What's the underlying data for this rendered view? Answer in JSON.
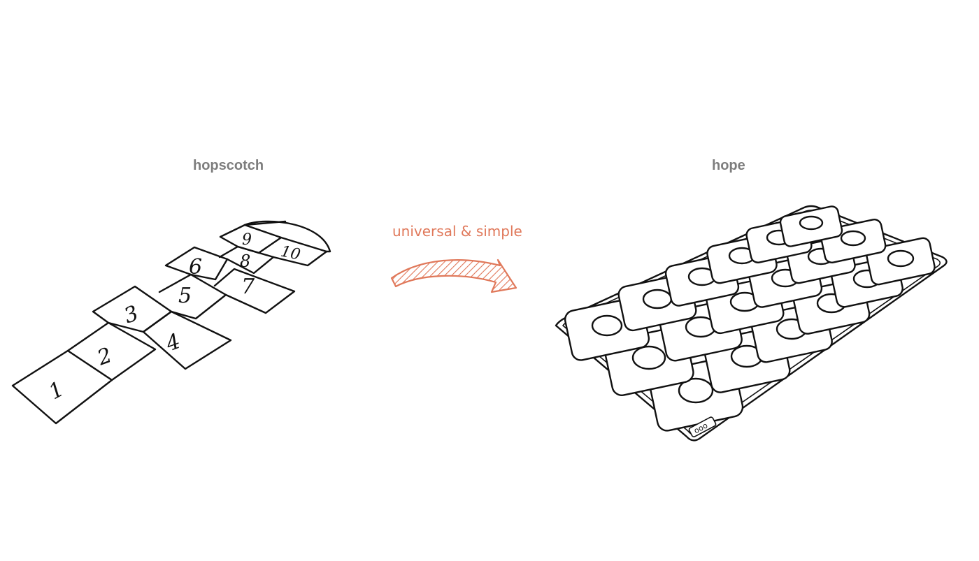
{
  "left_title": "hopscotch",
  "right_title": "hope",
  "arrow_caption": "universal & simple",
  "hopscotch_numbers": [
    "1",
    "2",
    "3",
    "4",
    "5",
    "6",
    "7",
    "8",
    "9",
    "10"
  ],
  "mat_logo_text": "ooo",
  "colors": {
    "title": "#7d7d7d",
    "accent": "#e0785a",
    "ink": "#111111"
  }
}
